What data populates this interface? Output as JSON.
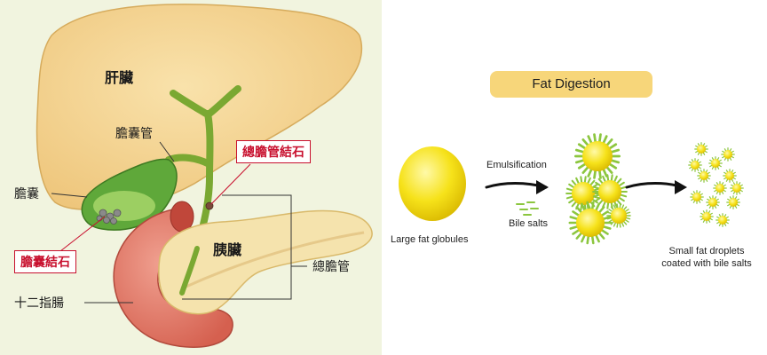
{
  "liver_panel": {
    "labels": {
      "liver": "肝臟",
      "cystic_duct": "膽囊管",
      "common_bile_duct_stone": "總膽管結石",
      "gallbladder": "膽囊",
      "pancreas": "胰臟",
      "gallstone": "膽囊結石",
      "common_bile_duct": "總膽管",
      "duodenum": "十二指腸"
    },
    "colors": {
      "background": "#f1f4df",
      "liver": "#f3d48f",
      "gallbladder": "#5fa83a",
      "duct": "#7aa832",
      "pancreas": "#f5e3ad",
      "duodenum": "#e27a6a",
      "stone_label": "#c8102e"
    }
  },
  "fat_digestion": {
    "title": "Fat Digestion",
    "emulsification_label": "Emulsification",
    "bile_salts_label": "Bile salts",
    "large_fat_label": "Large fat globules",
    "small_fat_label_line1": "Small fat droplets",
    "small_fat_label_line2": "coated with bile salts",
    "colors": {
      "title_bg": "#f7d67a",
      "fat": "#f6e21a",
      "bile_salt": "#8cc63f"
    }
  }
}
